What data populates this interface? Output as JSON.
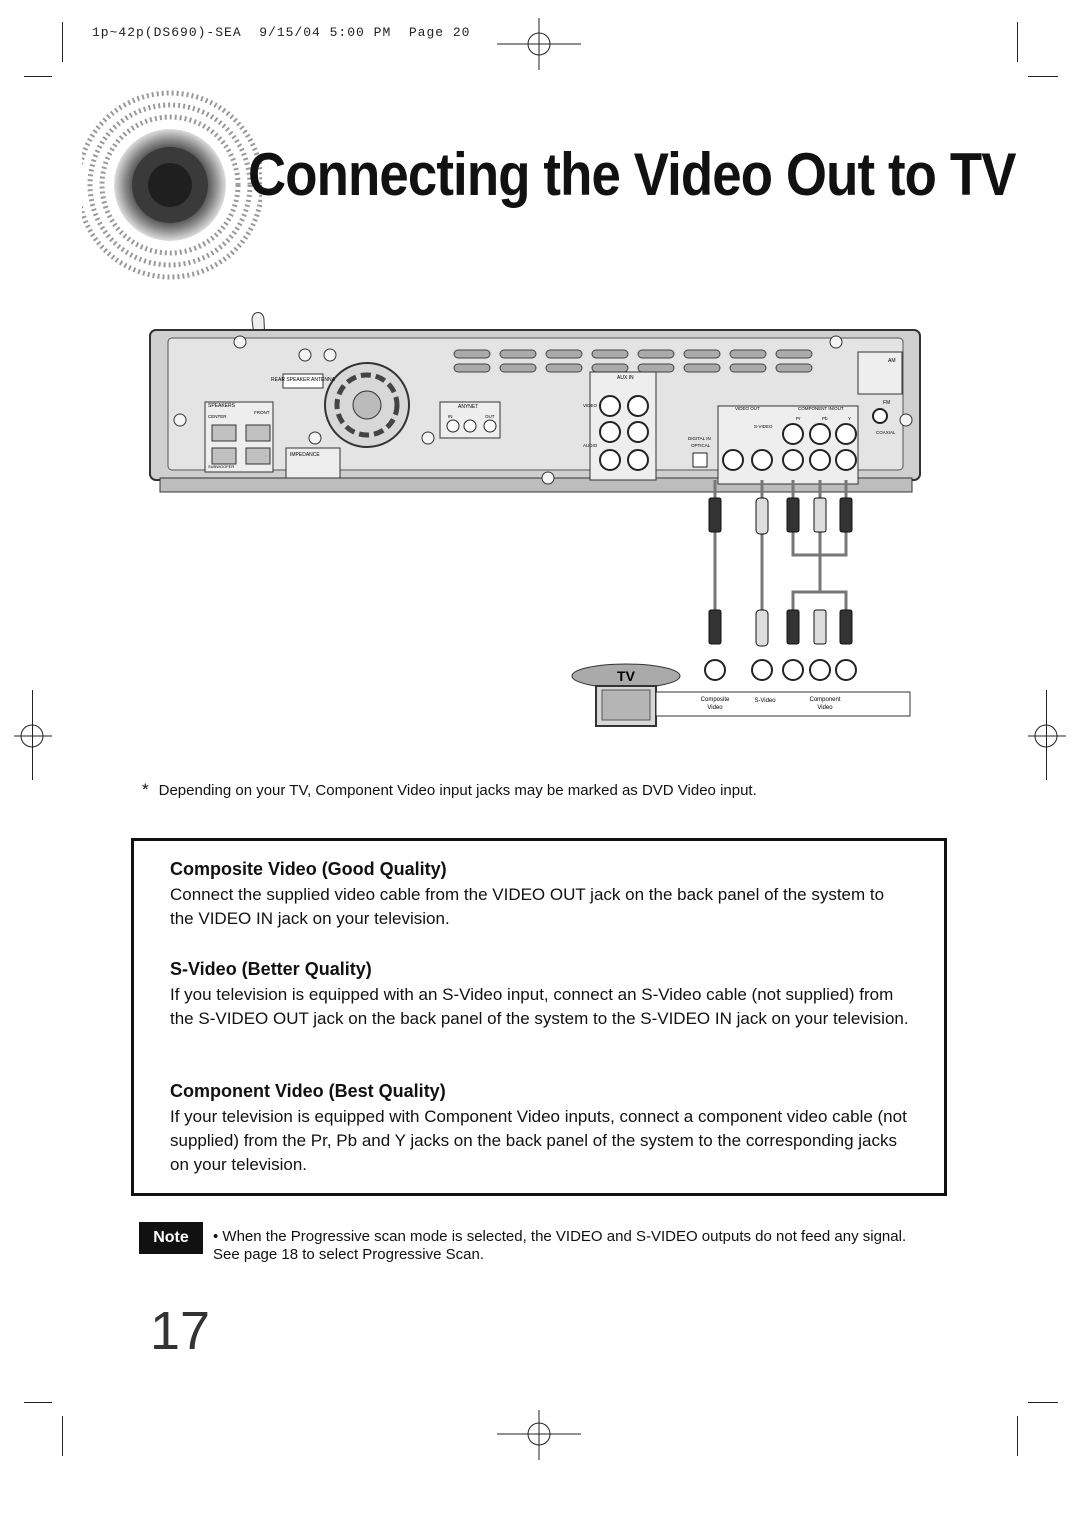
{
  "header": {
    "meta": "1p~42p(DS690)-SEA  9/15/04 5:00 PM  Page 20",
    "title": "Connecting the Video Out to TV"
  },
  "diagram": {
    "tv_label": "TV",
    "panel_labels": {
      "rear_speaker": "REAR SPEAKER ANTENNA",
      "speakers": "SPEAKERS",
      "center": "CENTER",
      "front": "FRONT",
      "subwoofer": "SUBWOOFER",
      "impedance": "IMPEDANCE",
      "anynet": "ANYNET",
      "in": "IN",
      "out": "OUT",
      "aux_in": "AUX IN",
      "video": "VIDEO",
      "audio": "AUDIO",
      "digital_in": "DIGITAL IN",
      "optical": "OPTICAL",
      "video_out": "VIDEO OUT",
      "component_in_out": "COMPONENT IN/OUT",
      "s_video": "S-VIDEO",
      "pr": "Pr",
      "pb": "Pb",
      "y": "Y",
      "am": "AM",
      "fm": "FM",
      "coaxial": "COAXIAL"
    },
    "tv_jacks": {
      "composite": "Composite",
      "composite2": "Video",
      "svideo": "S-Video",
      "component": "Component",
      "component2": "Video"
    }
  },
  "footnote": {
    "mark": "*",
    "text": "Depending on your TV, Component Video input jacks may be marked as DVD Video input."
  },
  "sections": [
    {
      "heading": "Composite Video (Good Quality)",
      "body": "Connect the supplied video cable from the VIDEO OUT jack on the back panel of the system to the VIDEO IN jack on your television."
    },
    {
      "heading": "S-Video (Better Quality)",
      "body": "If you television is equipped with an S-Video input, connect an S-Video cable (not supplied) from the S-VIDEO OUT jack on the back panel of the system to the S-VIDEO IN jack on your television."
    },
    {
      "heading": "Component Video (Best Quality)",
      "body": "If your television is equipped with Component Video inputs, connect a component video cable (not supplied) from the Pr, Pb and Y jacks on the back panel of the system to the corresponding jacks on your television."
    }
  ],
  "note": {
    "badge": "Note",
    "text": "• When the Progressive scan mode is selected, the VIDEO and S-VIDEO outputs do not feed any signal. See page 18 to select Progressive Scan."
  },
  "page_number": "17"
}
